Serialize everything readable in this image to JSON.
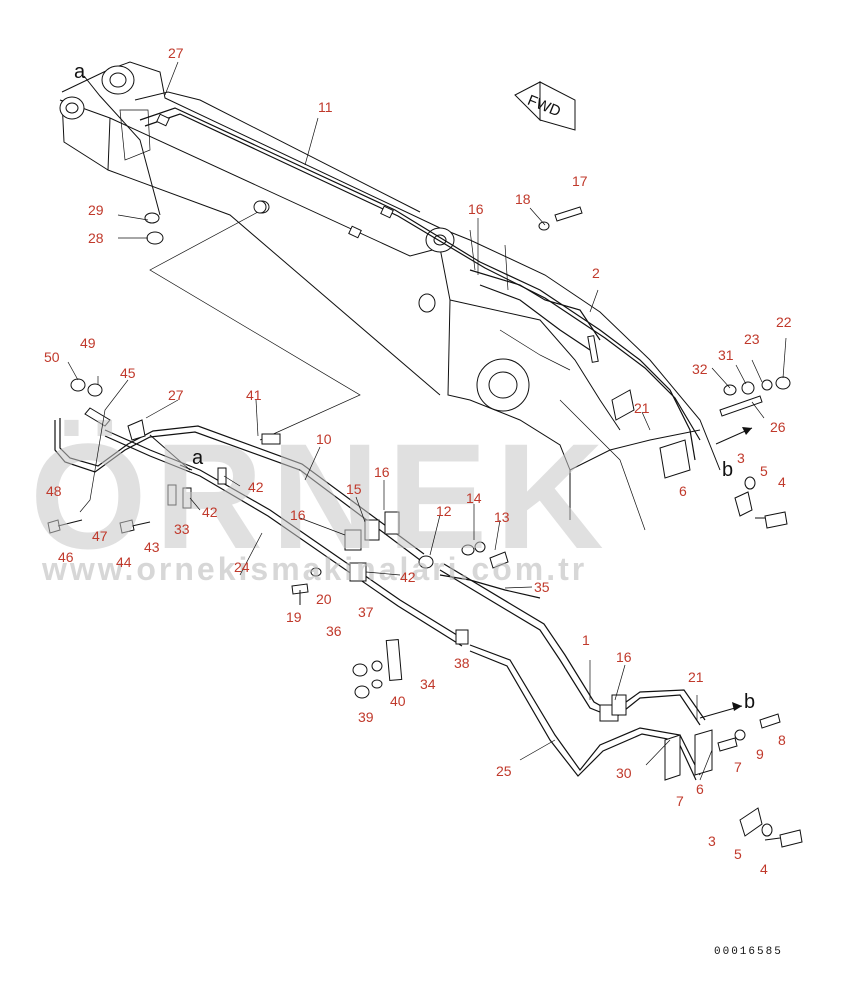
{
  "watermark": {
    "brand": "ÖRNEK",
    "url": "www.ornekismakinalari.com.tr"
  },
  "direction_label": "FWD",
  "drawing_code": "00016585",
  "letters": {
    "a_top": "a",
    "a_mid": "a",
    "b_right": "b",
    "b_low": "b"
  },
  "callouts": [
    {
      "id": "c27a",
      "t": "27"
    },
    {
      "id": "c11",
      "t": "11"
    },
    {
      "id": "c29",
      "t": "29"
    },
    {
      "id": "c28",
      "t": "28"
    },
    {
      "id": "c16a",
      "t": "16"
    },
    {
      "id": "c18",
      "t": "18"
    },
    {
      "id": "c17",
      "t": "17"
    },
    {
      "id": "c2",
      "t": "2"
    },
    {
      "id": "c22",
      "t": "22"
    },
    {
      "id": "c23",
      "t": "23"
    },
    {
      "id": "c31",
      "t": "31"
    },
    {
      "id": "c32",
      "t": "32"
    },
    {
      "id": "c26",
      "t": "26"
    },
    {
      "id": "c21a",
      "t": "21"
    },
    {
      "id": "c3a",
      "t": "3"
    },
    {
      "id": "c6a",
      "t": "6"
    },
    {
      "id": "c5a",
      "t": "5"
    },
    {
      "id": "c4a",
      "t": "4"
    },
    {
      "id": "c49",
      "t": "49"
    },
    {
      "id": "c50",
      "t": "50"
    },
    {
      "id": "c45",
      "t": "45"
    },
    {
      "id": "c27b",
      "t": "27"
    },
    {
      "id": "c41",
      "t": "41"
    },
    {
      "id": "c10",
      "t": "10"
    },
    {
      "id": "c16b",
      "t": "16"
    },
    {
      "id": "c15",
      "t": "15"
    },
    {
      "id": "c14",
      "t": "14"
    },
    {
      "id": "c12",
      "t": "12"
    },
    {
      "id": "c13",
      "t": "13"
    },
    {
      "id": "c42a",
      "t": "42"
    },
    {
      "id": "c42b",
      "t": "42"
    },
    {
      "id": "c42c",
      "t": "42"
    },
    {
      "id": "c48",
      "t": "48"
    },
    {
      "id": "c47",
      "t": "47"
    },
    {
      "id": "c46",
      "t": "46"
    },
    {
      "id": "c44",
      "t": "44"
    },
    {
      "id": "c43",
      "t": "43"
    },
    {
      "id": "c33",
      "t": "33"
    },
    {
      "id": "c16c",
      "t": "16"
    },
    {
      "id": "c24",
      "t": "24"
    },
    {
      "id": "c35",
      "t": "35"
    },
    {
      "id": "c20",
      "t": "20"
    },
    {
      "id": "c19",
      "t": "19"
    },
    {
      "id": "c37",
      "t": "37"
    },
    {
      "id": "c36",
      "t": "36"
    },
    {
      "id": "c38",
      "t": "38"
    },
    {
      "id": "c34",
      "t": "34"
    },
    {
      "id": "c40",
      "t": "40"
    },
    {
      "id": "c39",
      "t": "39"
    },
    {
      "id": "c1",
      "t": "1"
    },
    {
      "id": "c16d",
      "t": "16"
    },
    {
      "id": "c21b",
      "t": "21"
    },
    {
      "id": "c8",
      "t": "8"
    },
    {
      "id": "c9",
      "t": "9"
    },
    {
      "id": "c7a",
      "t": "7"
    },
    {
      "id": "c6b",
      "t": "6"
    },
    {
      "id": "c7b",
      "t": "7"
    },
    {
      "id": "c30",
      "t": "30"
    },
    {
      "id": "c25",
      "t": "25"
    },
    {
      "id": "c3b",
      "t": "3"
    },
    {
      "id": "c5b",
      "t": "5"
    },
    {
      "id": "c4b",
      "t": "4"
    }
  ]
}
